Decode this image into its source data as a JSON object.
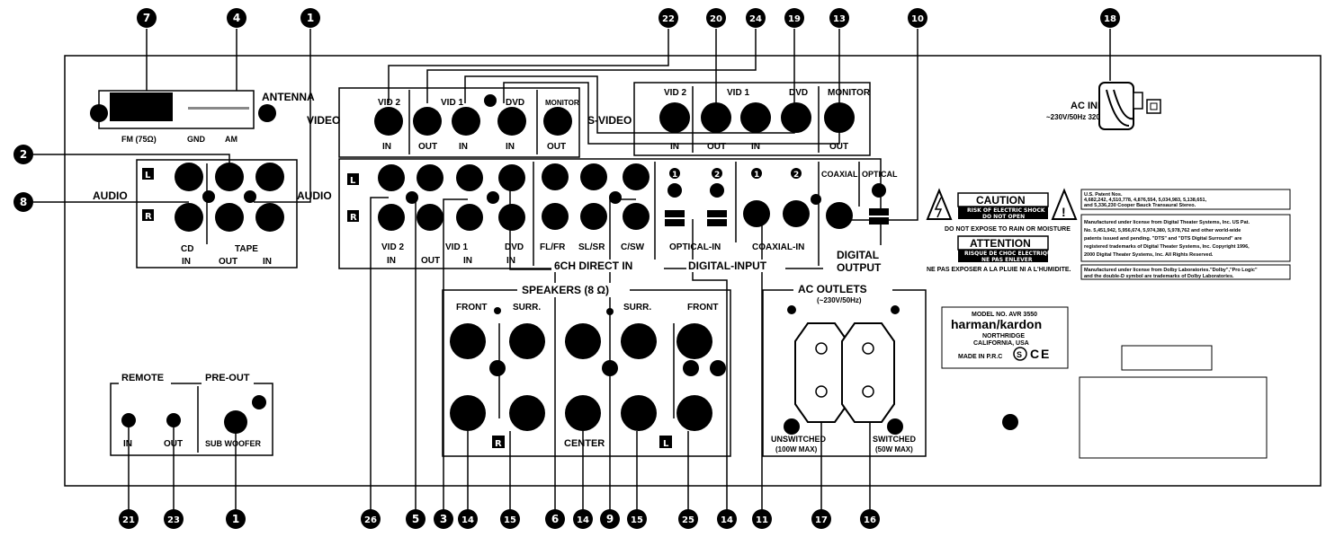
{
  "callouts_top": [
    "7",
    "4",
    "1",
    "22",
    "20",
    "24",
    "19",
    "13",
    "10",
    "18"
  ],
  "callouts_left": [
    "2",
    "8"
  ],
  "callouts_bottom": [
    "21",
    "23",
    "1",
    "26",
    "5",
    "3",
    "14",
    "15",
    "6",
    "14",
    "9",
    "15",
    "25",
    "14",
    "11",
    "17",
    "16"
  ],
  "antenna": {
    "title": "ANTENNA",
    "fm": "FM (75Ω)",
    "gnd": "GND",
    "am": "AM"
  },
  "video": {
    "title": "VIDEO",
    "vid2": "VID 2",
    "vid1": "VID 1",
    "dvd": "DVD",
    "monitor": "MONITOR",
    "in": "IN",
    "out": "OUT"
  },
  "svideo": {
    "title": "S-VIDEO",
    "vid2": "VID 2",
    "vid1": "VID 1",
    "dvd": "DVD",
    "monitor": "MONITOR",
    "in": "IN",
    "out": "OUT"
  },
  "audio_left": {
    "title": "AUDIO",
    "l": "L",
    "r": "R",
    "cd": "CD",
    "tape": "TAPE",
    "in": "IN",
    "out": "OUT",
    "in2": "IN"
  },
  "audio_main": {
    "title": "AUDIO",
    "l": "L",
    "r": "R",
    "vid2": "VID 2",
    "vid1": "VID 1",
    "dvd": "DVD",
    "in": "IN",
    "out": "OUT",
    "in2": "IN",
    "in3": "IN"
  },
  "six_ch": {
    "title": "6CH DIRECT IN",
    "flfr": "FL/FR",
    "slsr": "SL/SR",
    "csw": "C/SW"
  },
  "digital": {
    "title": "DIGITAL-INPUT",
    "one": "1",
    "two": "2",
    "optical_in": "OPTICAL-IN",
    "coaxial_in": "COAXIAL-IN",
    "coaxial": "COAXIAL",
    "optical": "OPTICAL",
    "output1": "DIGITAL",
    "output2": "OUTPUT"
  },
  "speakers": {
    "title": "SPEAKERS (8 Ω)",
    "front": "FRONT",
    "surr": "SURR.",
    "center": "CENTER",
    "surr2": "SURR.",
    "front2": "FRONT",
    "r": "R",
    "l": "L"
  },
  "remote": {
    "title": "REMOTE",
    "in": "IN",
    "out": "OUT"
  },
  "preout": {
    "title": "PRE-OUT",
    "sub": "SUB WOOFER"
  },
  "ac_outlets": {
    "title": "AC OUTLETS",
    "sub": "(~230V/50Hz)",
    "unswitched": "UNSWITCHED",
    "unswitched_max": "(100W MAX)",
    "switched": "SWITCHED",
    "switched_max": "(50W MAX)"
  },
  "ac_input": {
    "title": "AC INPUT",
    "spec": "~230V/50Hz  320W"
  },
  "caution": {
    "title": "CAUTION",
    "line1": "RISK OF ELECTRIC SHOCK",
    "line2": "DO NOT OPEN",
    "line3": "DO NOT EXPOSE TO RAIN OR MOISTURE"
  },
  "attention": {
    "title": "ATTENTION",
    "line1": "RISQUE DE CHOC ELECTRIQUE",
    "line2": "NE PAS ENLEVER",
    "line3": "NE PAS EXPOSER A LA PLUIE NI A L'HUMIDITE."
  },
  "patents": {
    "box1": [
      "U.S. Patent Nos.",
      "4,682,242, 4,510,778, 4,876,554, 5,034,983, 5,138,651,",
      "and 5,336,230 Cooper Bauck Transaural Stereo."
    ],
    "box2": [
      "Manufactured under license from Digital Theater Systems, Inc. US Pat.",
      "No. 5,451,942, 5,956,674, 5,974,380, 5,978,762 and other world-wide",
      "patents issued and pending. \"DTS\" and \"DTS Digital Surround\" are",
      "registered trademarks of Digital Theater Systems, Inc. Copyright 1996,",
      "2000 Digital Theater Systems, Inc. All Rights Reserved."
    ],
    "box3": [
      "Manufactured under license from Dolby Laboratories.\"Dolby\",\"Pro Logic\"",
      "and the double-D symbol are trademarks of Dolby Laboratories."
    ]
  },
  "model": {
    "line1": "MODEL NO. AVR 3550",
    "brand": "harman/kardon",
    "line2": "NORTHRIDGE",
    "line3": "CALIFORNIA, USA",
    "line4": "MADE IN P.R.C"
  }
}
